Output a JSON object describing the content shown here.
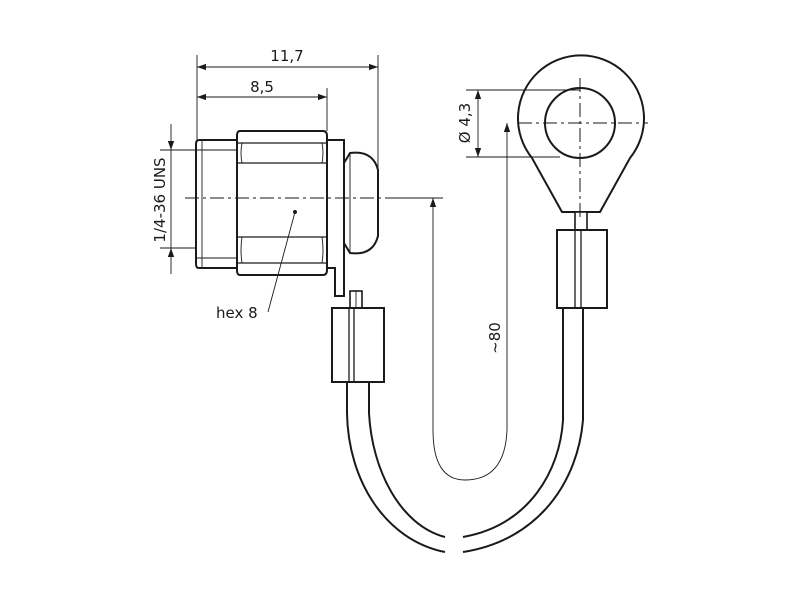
{
  "dimensions": {
    "overall_length": "11,7",
    "nut_length": "8,5",
    "thread": "1/4-36 UNS",
    "hex": "hex 8",
    "hole_diameter": "Ø 4,3",
    "cable_length": "~80"
  }
}
